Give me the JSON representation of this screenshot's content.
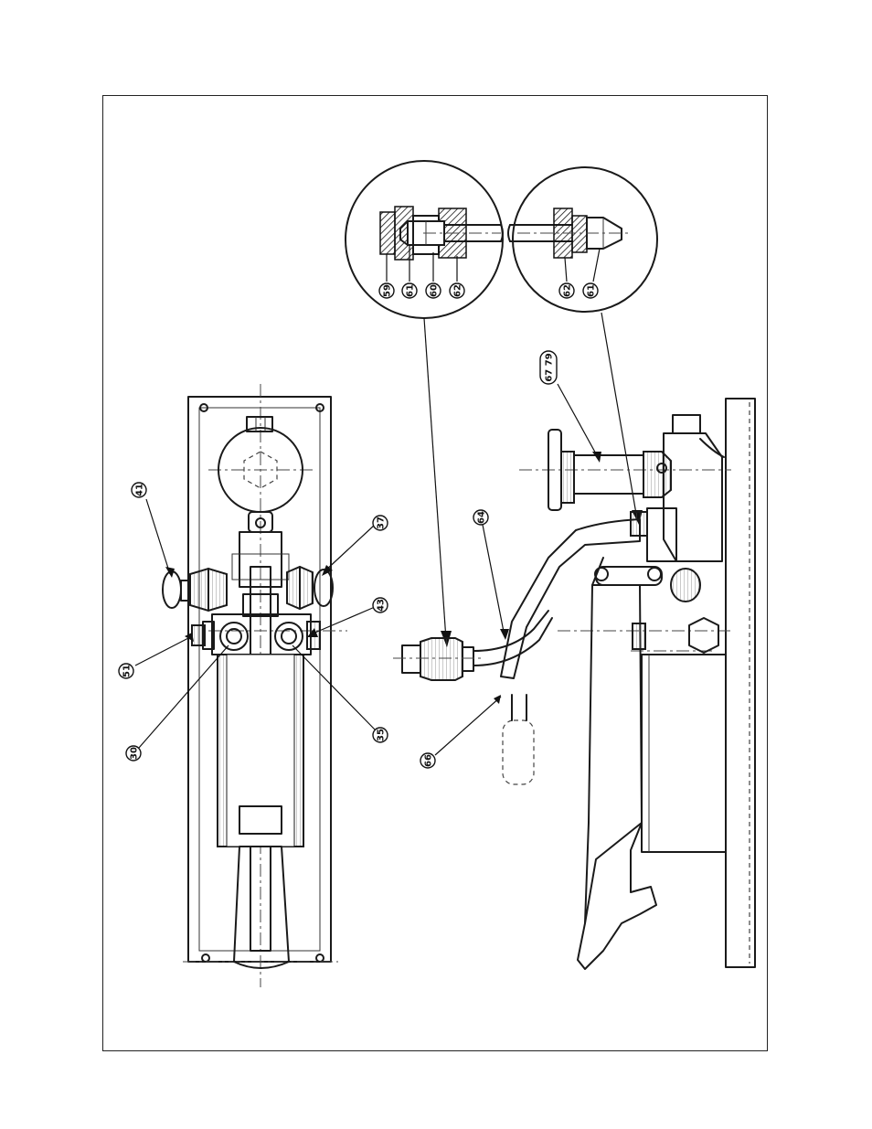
{
  "callouts": {
    "c59": "59",
    "c61a": "61",
    "c60": "60",
    "c62a": "62",
    "c62b": "62",
    "c61b": "61",
    "c6779": "67 79",
    "c64": "64",
    "c66": "66",
    "c41": "41",
    "c37": "37",
    "c43": "43",
    "c51": "51",
    "c30": "30",
    "c35": "35"
  },
  "colors": {
    "line": "#1a1a1a",
    "paper": "#ffffff"
  }
}
